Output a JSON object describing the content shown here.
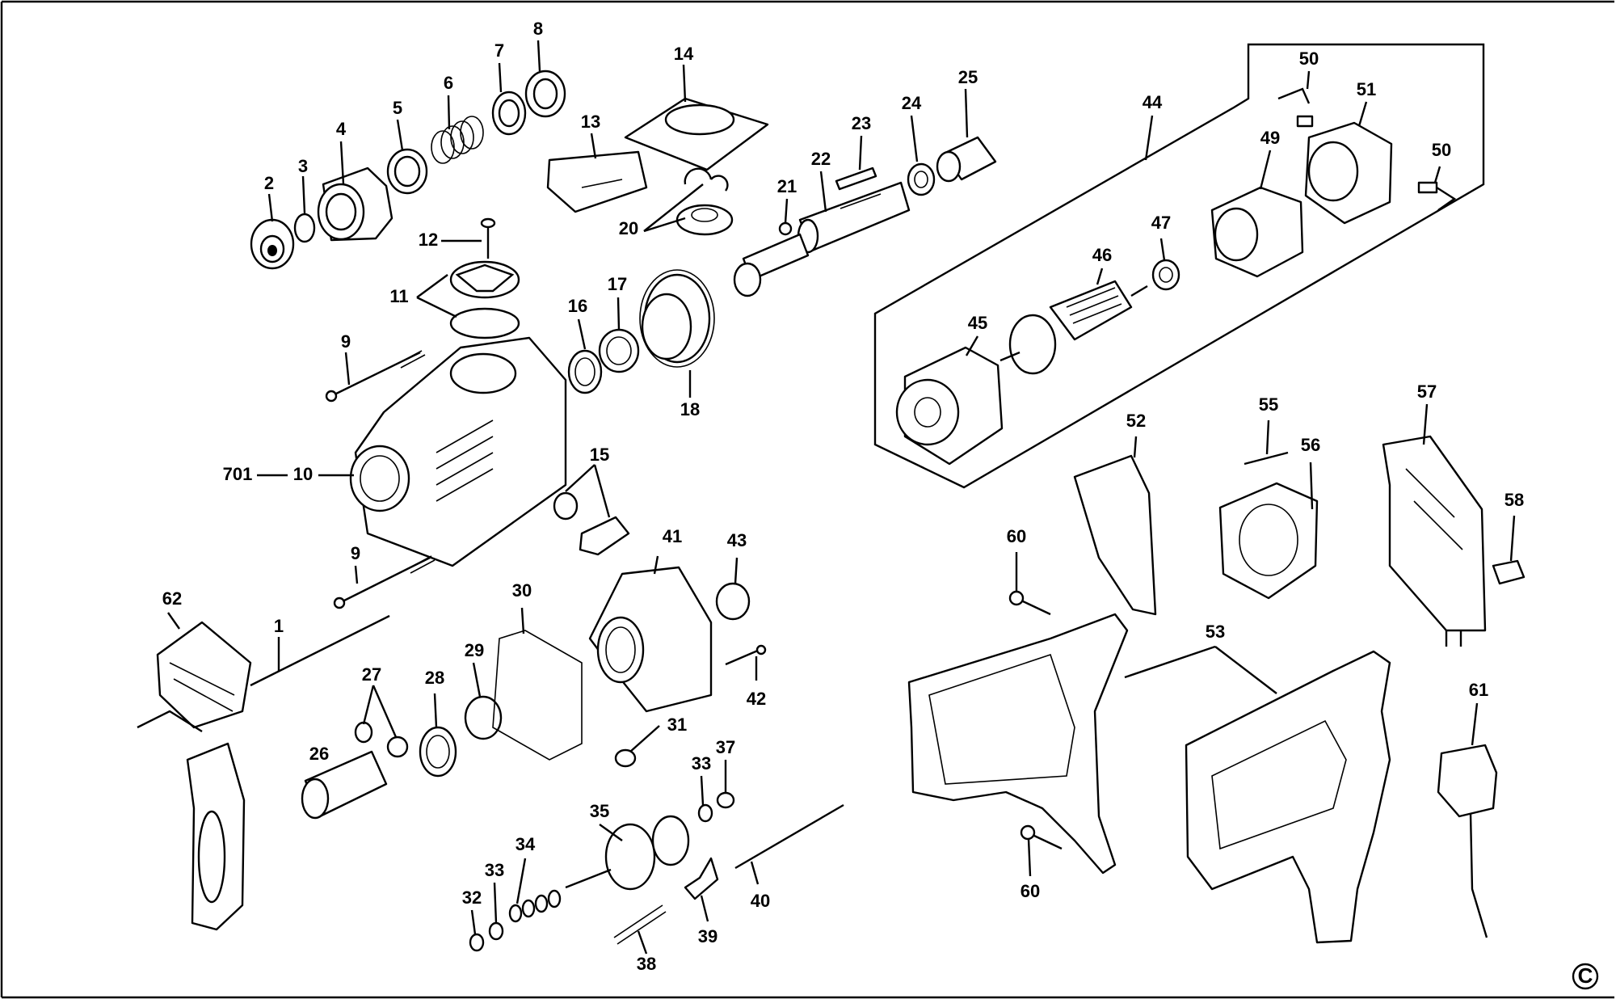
{
  "diagram": {
    "labels": [
      "1",
      "2",
      "3",
      "4",
      "5",
      "6",
      "7",
      "8",
      "9",
      "9",
      "10",
      "701",
      "11",
      "12",
      "13",
      "14",
      "15",
      "16",
      "17",
      "18",
      "20",
      "21",
      "22",
      "23",
      "24",
      "25",
      "26",
      "27",
      "28",
      "29",
      "30",
      "31",
      "32",
      "33",
      "33",
      "34",
      "35",
      "37",
      "38",
      "39",
      "40",
      "41",
      "42",
      "43",
      "44",
      "45",
      "46",
      "47",
      "49",
      "50",
      "50",
      "51",
      "52",
      "53",
      "55",
      "56",
      "57",
      "58",
      "60",
      "60",
      "61",
      "62"
    ],
    "copyright_mark": "C"
  }
}
